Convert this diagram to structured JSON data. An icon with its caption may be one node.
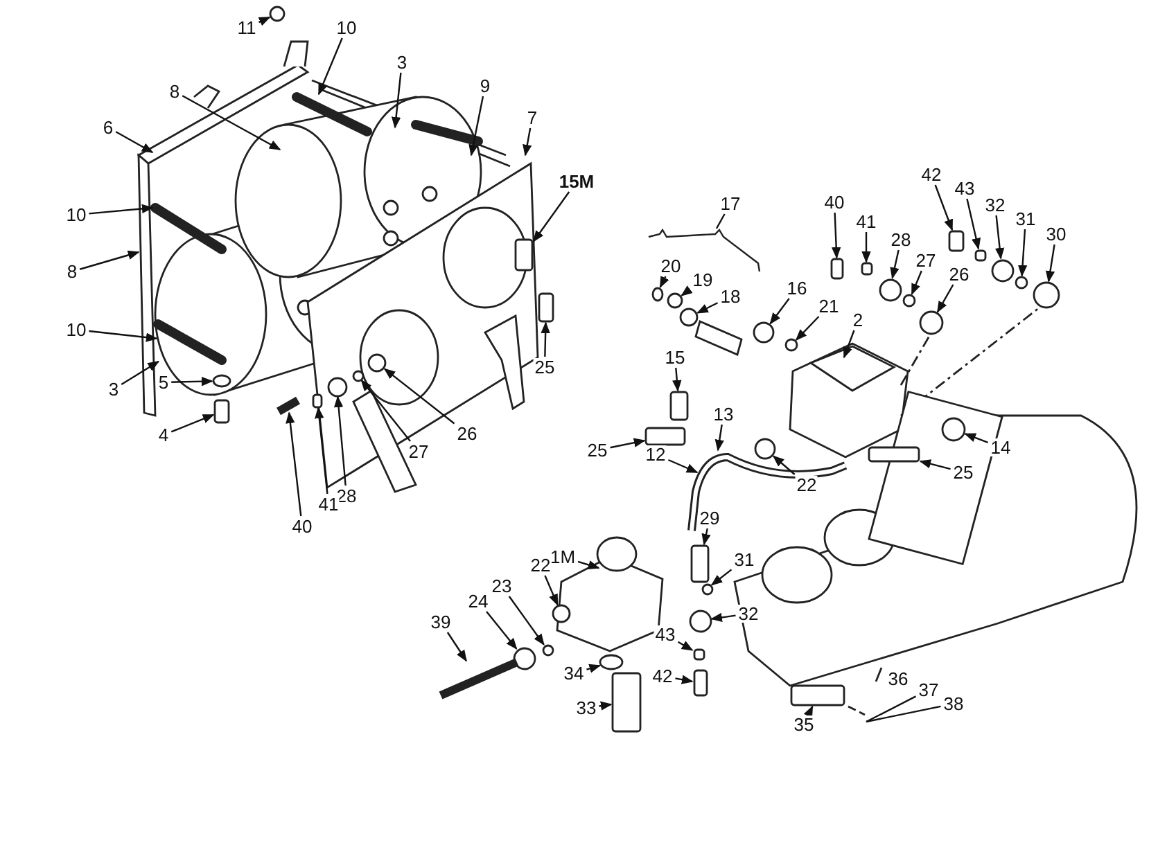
{
  "diagram": {
    "nodes": [
      {
        "text": [
          "11"
        ]
      },
      {
        "text": [
          "10"
        ]
      },
      {
        "text": [
          "3"
        ]
      },
      {
        "text": [
          "8"
        ]
      },
      {
        "text": [
          "9"
        ]
      },
      {
        "text": [
          "6"
        ]
      },
      {
        "text": [
          "7"
        ]
      },
      {
        "text": [
          "15M"
        ]
      },
      {
        "text": [
          "10"
        ]
      },
      {
        "text": [
          "8"
        ]
      },
      {
        "text": [
          "10"
        ]
      },
      {
        "text": [
          "3"
        ]
      },
      {
        "text": [
          "5"
        ]
      },
      {
        "text": [
          "4"
        ]
      },
      {
        "text": [
          "25"
        ]
      },
      {
        "text": [
          "26"
        ]
      },
      {
        "text": [
          "27"
        ]
      },
      {
        "text": [
          "28"
        ]
      },
      {
        "text": [
          "41"
        ]
      },
      {
        "text": [
          "40"
        ]
      },
      {
        "text": [
          "17"
        ]
      },
      {
        "text": [
          "20"
        ]
      },
      {
        "text": [
          "19"
        ]
      },
      {
        "text": [
          "18"
        ]
      },
      {
        "text": [
          "16"
        ]
      },
      {
        "text": [
          "21"
        ]
      },
      {
        "text": [
          "2"
        ]
      },
      {
        "text": [
          "40"
        ]
      },
      {
        "text": [
          "41"
        ]
      },
      {
        "text": [
          "28"
        ]
      },
      {
        "text": [
          "27"
        ]
      },
      {
        "text": [
          "26"
        ]
      },
      {
        "text": [
          "42"
        ]
      },
      {
        "text": [
          "43"
        ]
      },
      {
        "text": [
          "32"
        ]
      },
      {
        "text": [
          "31"
        ]
      },
      {
        "text": [
          "30"
        ]
      },
      {
        "text": [
          "15"
        ]
      },
      {
        "text": [
          "13"
        ]
      },
      {
        "text": [
          "25"
        ]
      },
      {
        "text": [
          "12"
        ]
      },
      {
        "text": [
          "22"
        ]
      },
      {
        "text": [
          "14"
        ]
      },
      {
        "text": [
          "25"
        ]
      },
      {
        "text": [
          "29"
        ]
      },
      {
        "text": [
          "1M"
        ]
      },
      {
        "text": [
          "31"
        ]
      },
      {
        "text": [
          "32"
        ]
      },
      {
        "text": [
          "22"
        ]
      },
      {
        "text": [
          "23"
        ]
      },
      {
        "text": [
          "24"
        ]
      },
      {
        "text": [
          "39"
        ]
      },
      {
        "text": [
          "43"
        ]
      },
      {
        "text": [
          "34"
        ]
      },
      {
        "text": [
          "42"
        ]
      },
      {
        "text": [
          "33"
        ]
      },
      {
        "text": [
          "35"
        ]
      },
      {
        "text": [
          "36"
        ]
      },
      {
        "text": [
          "37"
        ]
      },
      {
        "text": [
          "38"
        ]
      },
      {
        "text": [],
        "shape": "circle"
      },
      {
        "text": [],
        "shape": "circle"
      },
      {
        "text": [],
        "shape": "box"
      },
      {
        "text": [],
        "shape": "box"
      },
      {
        "text": [],
        "shape": "circle"
      },
      {
        "text": [],
        "shape": "circle"
      },
      {
        "text": [],
        "shape": "circle"
      },
      {
        "text": [],
        "shape": "box"
      },
      {
        "text": [],
        "shape": "bar"
      },
      {
        "text": [],
        "shape": "box"
      },
      {
        "text": [],
        "shape": "circle"
      },
      {
        "text": [],
        "shape": "circle"
      },
      {
        "text": [],
        "shape": "circle"
      },
      {
        "text": [],
        "shape": "circle"
      },
      {
        "text": [],
        "shape": "circle"
      },
      {
        "text": [],
        "shape": "box"
      },
      {
        "text": [],
        "shape": "box"
      },
      {
        "text": [],
        "shape": "circle"
      },
      {
        "text": [],
        "shape": "circle"
      },
      {
        "text": [],
        "shape": "circle"
      },
      {
        "text": [],
        "shape": "box"
      },
      {
        "text": [],
        "shape": "box"
      },
      {
        "text": [],
        "shape": "circle"
      },
      {
        "text": [],
        "shape": "circle"
      },
      {
        "text": [],
        "shape": "circle"
      },
      {
        "text": [],
        "shape": "box"
      },
      {
        "text": [],
        "shape": "box"
      },
      {
        "text": [],
        "shape": "circle"
      },
      {
        "text": [],
        "shape": "circle"
      },
      {
        "text": [],
        "shape": "box"
      },
      {
        "text": [],
        "shape": "box"
      },
      {
        "text": [],
        "shape": "circle"
      },
      {
        "text": [],
        "shape": "circle"
      },
      {
        "text": [],
        "shape": "circle"
      },
      {
        "text": [],
        "shape": "circle"
      },
      {
        "text": [],
        "shape": "circle"
      },
      {
        "text": [],
        "shape": "bar"
      },
      {
        "text": [],
        "shape": "box"
      },
      {
        "text": [],
        "shape": "circle"
      },
      {
        "text": [],
        "shape": "box"
      },
      {
        "text": [],
        "shape": "box"
      },
      {
        "text": [],
        "shape": "box"
      },
      {
        "text": [],
        "shape": "bracket"
      },
      {
        "text": [],
        "shape": "bar"
      }
    ],
    "edges": [
      {
        "from": 0,
        "to": 60,
        "arrow": "to"
      },
      {
        "from": 1,
        "to": null,
        "arrow": "to"
      },
      {
        "from": 2,
        "to": null,
        "arrow": "to"
      },
      {
        "from": 3,
        "to": null,
        "arrow": "to"
      },
      {
        "from": 4,
        "to": null,
        "arrow": "to"
      },
      {
        "from": 5,
        "to": null,
        "arrow": "to"
      },
      {
        "from": 6,
        "to": null,
        "arrow": "to"
      },
      {
        "from": 7,
        "to": 69,
        "arrow": "to"
      },
      {
        "from": 8,
        "to": null,
        "arrow": "to"
      },
      {
        "from": 9,
        "to": null,
        "arrow": "to"
      },
      {
        "from": 10,
        "to": 103,
        "arrow": "to"
      },
      {
        "from": 11,
        "to": 103,
        "arrow": "to"
      },
      {
        "from": 12,
        "to": 61,
        "arrow": "to"
      },
      {
        "from": 13,
        "to": 62,
        "arrow": "to"
      },
      {
        "from": 14,
        "to": 63,
        "arrow": "to"
      },
      {
        "from": 15,
        "to": 64,
        "arrow": "to"
      },
      {
        "from": 16,
        "to": 65,
        "arrow": "to"
      },
      {
        "from": 17,
        "to": 66,
        "arrow": "to"
      },
      {
        "from": 18,
        "to": 67,
        "arrow": "to"
      },
      {
        "from": 19,
        "to": 68,
        "arrow": "to"
      },
      {
        "from": 20,
        "to": 102,
        "arrow": "none"
      },
      {
        "from": 21,
        "to": 70,
        "arrow": "to"
      },
      {
        "from": 22,
        "to": 71,
        "arrow": "to"
      },
      {
        "from": 23,
        "to": 72,
        "arrow": "to"
      },
      {
        "from": 24,
        "to": 73,
        "arrow": "to"
      },
      {
        "from": 25,
        "to": 74,
        "arrow": "to"
      },
      {
        "from": 26,
        "to": null,
        "arrow": "to"
      },
      {
        "from": 27,
        "to": 75,
        "arrow": "to"
      },
      {
        "from": 28,
        "to": 76,
        "arrow": "to"
      },
      {
        "from": 29,
        "to": 77,
        "arrow": "to"
      },
      {
        "from": 30,
        "to": 78,
        "arrow": "to"
      },
      {
        "from": 31,
        "to": 79,
        "arrow": "to"
      },
      {
        "from": 32,
        "to": 80,
        "arrow": "to"
      },
      {
        "from": 33,
        "to": 81,
        "arrow": "to"
      },
      {
        "from": 34,
        "to": 82,
        "arrow": "to"
      },
      {
        "from": 35,
        "to": 83,
        "arrow": "to"
      },
      {
        "from": 36,
        "to": 84,
        "arrow": "to"
      },
      {
        "from": 37,
        "to": 85,
        "arrow": "to"
      },
      {
        "from": 38,
        "to": null,
        "arrow": "to"
      },
      {
        "from": 39,
        "to": 86,
        "arrow": "to"
      },
      {
        "from": 40,
        "to": null,
        "arrow": "to"
      },
      {
        "from": 41,
        "to": 87,
        "arrow": "to"
      },
      {
        "from": 42,
        "to": 88,
        "arrow": "to"
      },
      {
        "from": 43,
        "to": 89,
        "arrow": "to"
      },
      {
        "from": 44,
        "to": 90,
        "arrow": "to"
      },
      {
        "from": 45,
        "to": null,
        "arrow": "to"
      },
      {
        "from": 46,
        "to": 91,
        "arrow": "to"
      },
      {
        "from": 47,
        "to": 92,
        "arrow": "to"
      },
      {
        "from": 48,
        "to": 93,
        "arrow": "to"
      },
      {
        "from": 49,
        "to": 94,
        "arrow": "to"
      },
      {
        "from": 50,
        "to": 95,
        "arrow": "to"
      },
      {
        "from": 51,
        "to": 96,
        "arrow": "to"
      },
      {
        "from": 52,
        "to": 97,
        "arrow": "to"
      },
      {
        "from": 53,
        "to": 98,
        "arrow": "to"
      },
      {
        "from": 54,
        "to": 99,
        "arrow": "to"
      },
      {
        "from": 55,
        "to": 100,
        "arrow": "to"
      },
      {
        "from": 56,
        "to": 101,
        "arrow": "to"
      },
      {
        "from": 58,
        "to": null,
        "arrow": "none"
      },
      {
        "from": 59,
        "to": null,
        "arrow": "none"
      }
    ]
  }
}
